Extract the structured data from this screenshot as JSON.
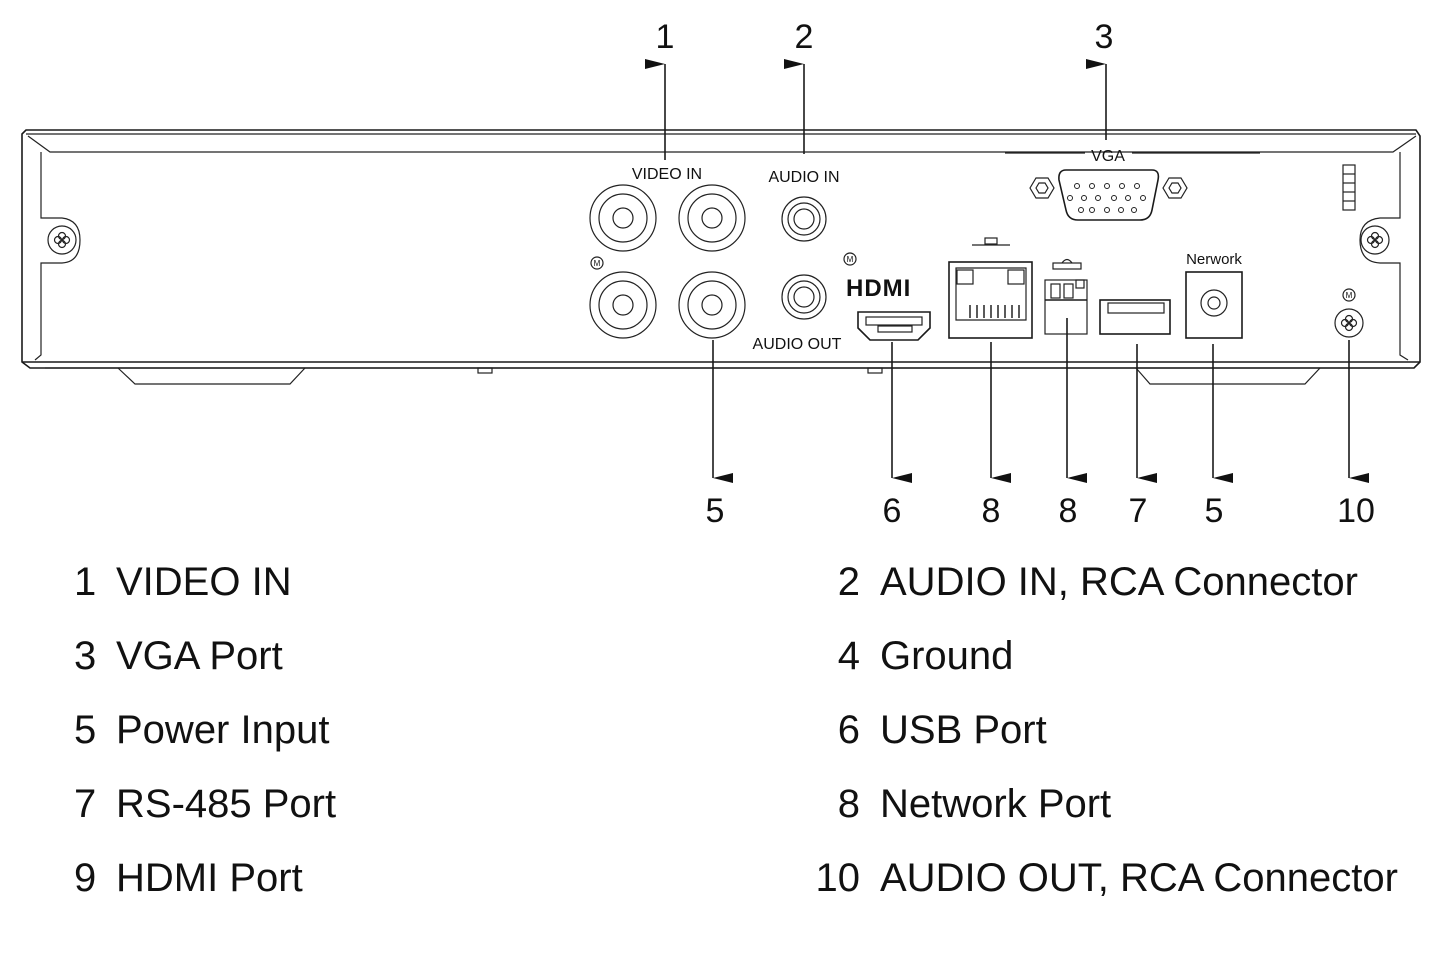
{
  "diagram": {
    "title": "DVR rear panel",
    "panel_labels": {
      "video_in": "VIDEO IN",
      "audio_in": "AUDIO IN",
      "audio_out": "AUDIO OUT",
      "vga": "VGA",
      "network": "Nerwork",
      "hdmi_logo": "HDMI"
    },
    "callouts_top": [
      {
        "number": "1",
        "target": "video-in"
      },
      {
        "number": "2",
        "target": "audio-in"
      },
      {
        "number": "3",
        "target": "vga"
      }
    ],
    "callouts_bottom": [
      {
        "number": "5",
        "target": "video-in-bottom-right"
      },
      {
        "number": "6",
        "target": "hdmi"
      },
      {
        "number": "8",
        "target": "rj45"
      },
      {
        "number": "8",
        "target": "terminal-block"
      },
      {
        "number": "7",
        "target": "usb"
      },
      {
        "number": "5",
        "target": "power-jack"
      },
      {
        "number": "10",
        "target": "ground-screw"
      }
    ]
  },
  "legend": {
    "left": [
      {
        "number": "1",
        "label": "VIDEO IN"
      },
      {
        "number": "3",
        "label": "VGA Port"
      },
      {
        "number": "5",
        "label": "Power Input"
      },
      {
        "number": "7",
        "label": "RS-485 Port"
      },
      {
        "number": "9",
        "label": "HDMI Port"
      }
    ],
    "right": [
      {
        "number": "2",
        "label": "AUDIO IN, RCA Connector"
      },
      {
        "number": "4",
        "label": "Ground"
      },
      {
        "number": "6",
        "label": "USB Port"
      },
      {
        "number": "8",
        "label": "Network Port"
      },
      {
        "number": "10",
        "label": "AUDIO OUT, RCA Connector"
      }
    ]
  }
}
